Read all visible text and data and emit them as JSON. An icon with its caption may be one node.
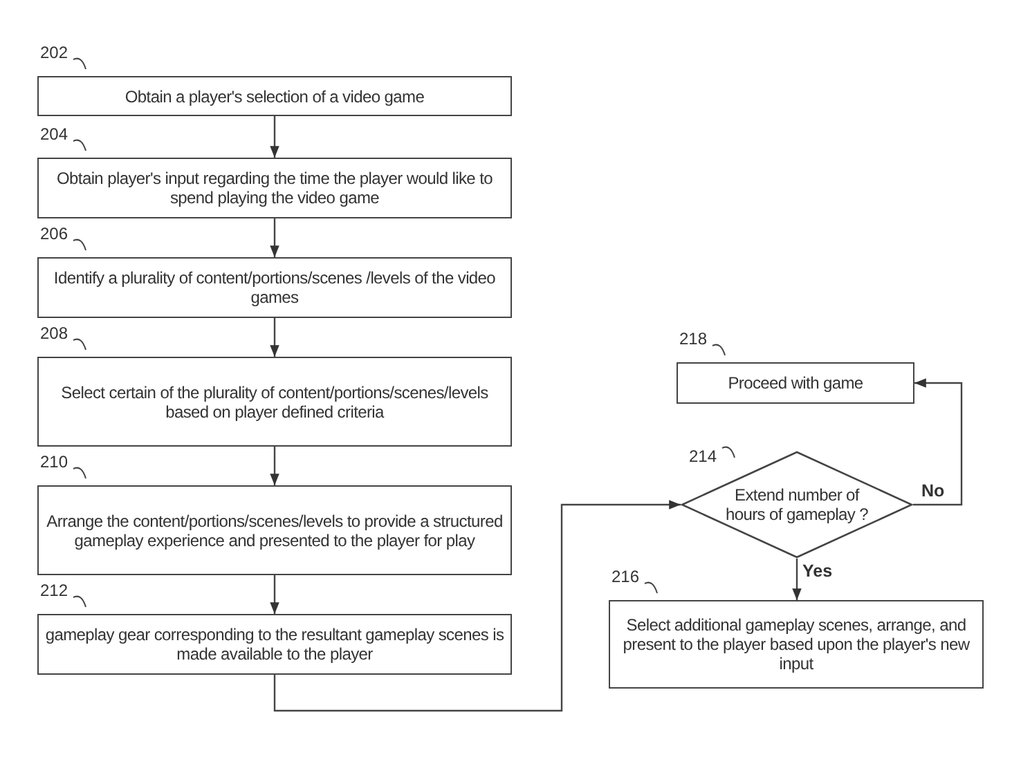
{
  "diagram": {
    "nodes": [
      {
        "text": [
          "Obtain a player's selection of a video game"
        ],
        "beside": [
          "202"
        ]
      },
      {
        "text": [
          "Obtain player's input regarding the time the player would like to spend playing the video game"
        ],
        "beside": [
          "204"
        ]
      },
      {
        "text": [
          "Identify a plurality of content/portions/scenes /levels of the video games"
        ],
        "beside": [
          "206"
        ]
      },
      {
        "text": [
          "Select certain of the plurality of content/portions/scenes/levels based on player defined criteria"
        ],
        "beside": [
          "208"
        ]
      },
      {
        "text": [
          "Arrange the content/portions/scenes/levels to provide a structured gameplay experience and presented to the player for play"
        ],
        "beside": [
          "210"
        ]
      },
      {
        "text": [
          "gameplay gear corresponding to the resultant gameplay scenes is made available to the player"
        ],
        "beside": [
          "212"
        ]
      },
      {
        "text": [
          "Proceed with game"
        ],
        "beside": [
          "218"
        ]
      },
      {
        "text": [
          "Extend number of hours of gameplay ?"
        ],
        "beside": [
          "214"
        ]
      },
      {
        "text": [
          "Select additional gameplay scenes, arrange, and present to the player based upon the player's new input"
        ],
        "beside": [
          "216"
        ]
      }
    ],
    "edges": [
      {
        "from": 0,
        "to": 1,
        "arrow": "to"
      },
      {
        "from": 1,
        "to": 2,
        "arrow": "to"
      },
      {
        "from": 2,
        "to": 3,
        "arrow": "to"
      },
      {
        "from": 3,
        "to": 4,
        "arrow": "to"
      },
      {
        "from": 4,
        "to": 5,
        "arrow": "to"
      },
      {
        "from": 5,
        "to": 7,
        "arrow": "to"
      },
      {
        "from": 7,
        "to": 6,
        "arrow": "to",
        "label": "No"
      },
      {
        "from": 7,
        "to": 8,
        "arrow": "to",
        "label": "Yes"
      }
    ]
  }
}
